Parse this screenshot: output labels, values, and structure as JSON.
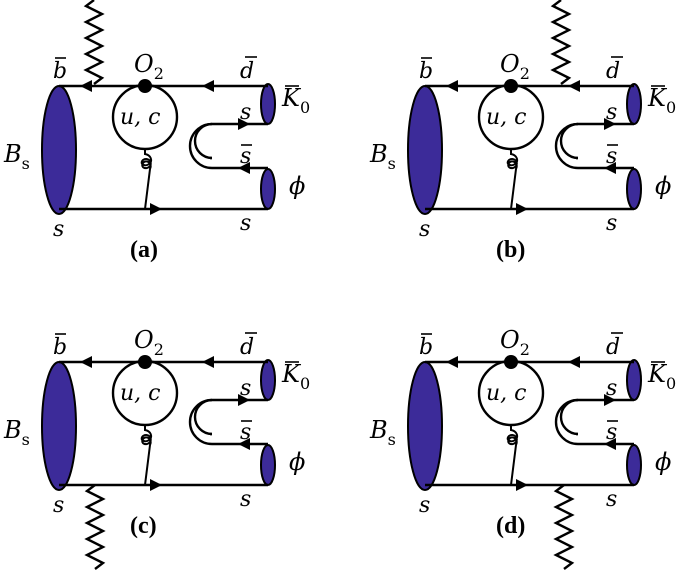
{
  "colors": {
    "blob_fill": "#3c2b99",
    "line": "#000000",
    "background": "#ffffff"
  },
  "labels": {
    "meson_in": "B",
    "meson_in_sub": "s",
    "b_bar": "b",
    "s_quark": "s",
    "operator": "O",
    "operator_sub": "2",
    "loop": "u, c",
    "d_bar": "d",
    "s_upper": "s",
    "s_bar": "s",
    "s_lower": "s",
    "k_meson": "K",
    "k_meson_sub": "0",
    "phi": "ϕ"
  },
  "panels": [
    {
      "id": "a",
      "caption": "(a)",
      "photon_attachment": "b-bar line, top"
    },
    {
      "id": "b",
      "caption": "(b)",
      "photon_attachment": "d-bar line, top"
    },
    {
      "id": "c",
      "caption": "(c)",
      "photon_attachment": "s line, bottom"
    },
    {
      "id": "d",
      "caption": "(d)",
      "photon_attachment": "s line, bottom right"
    }
  ]
}
